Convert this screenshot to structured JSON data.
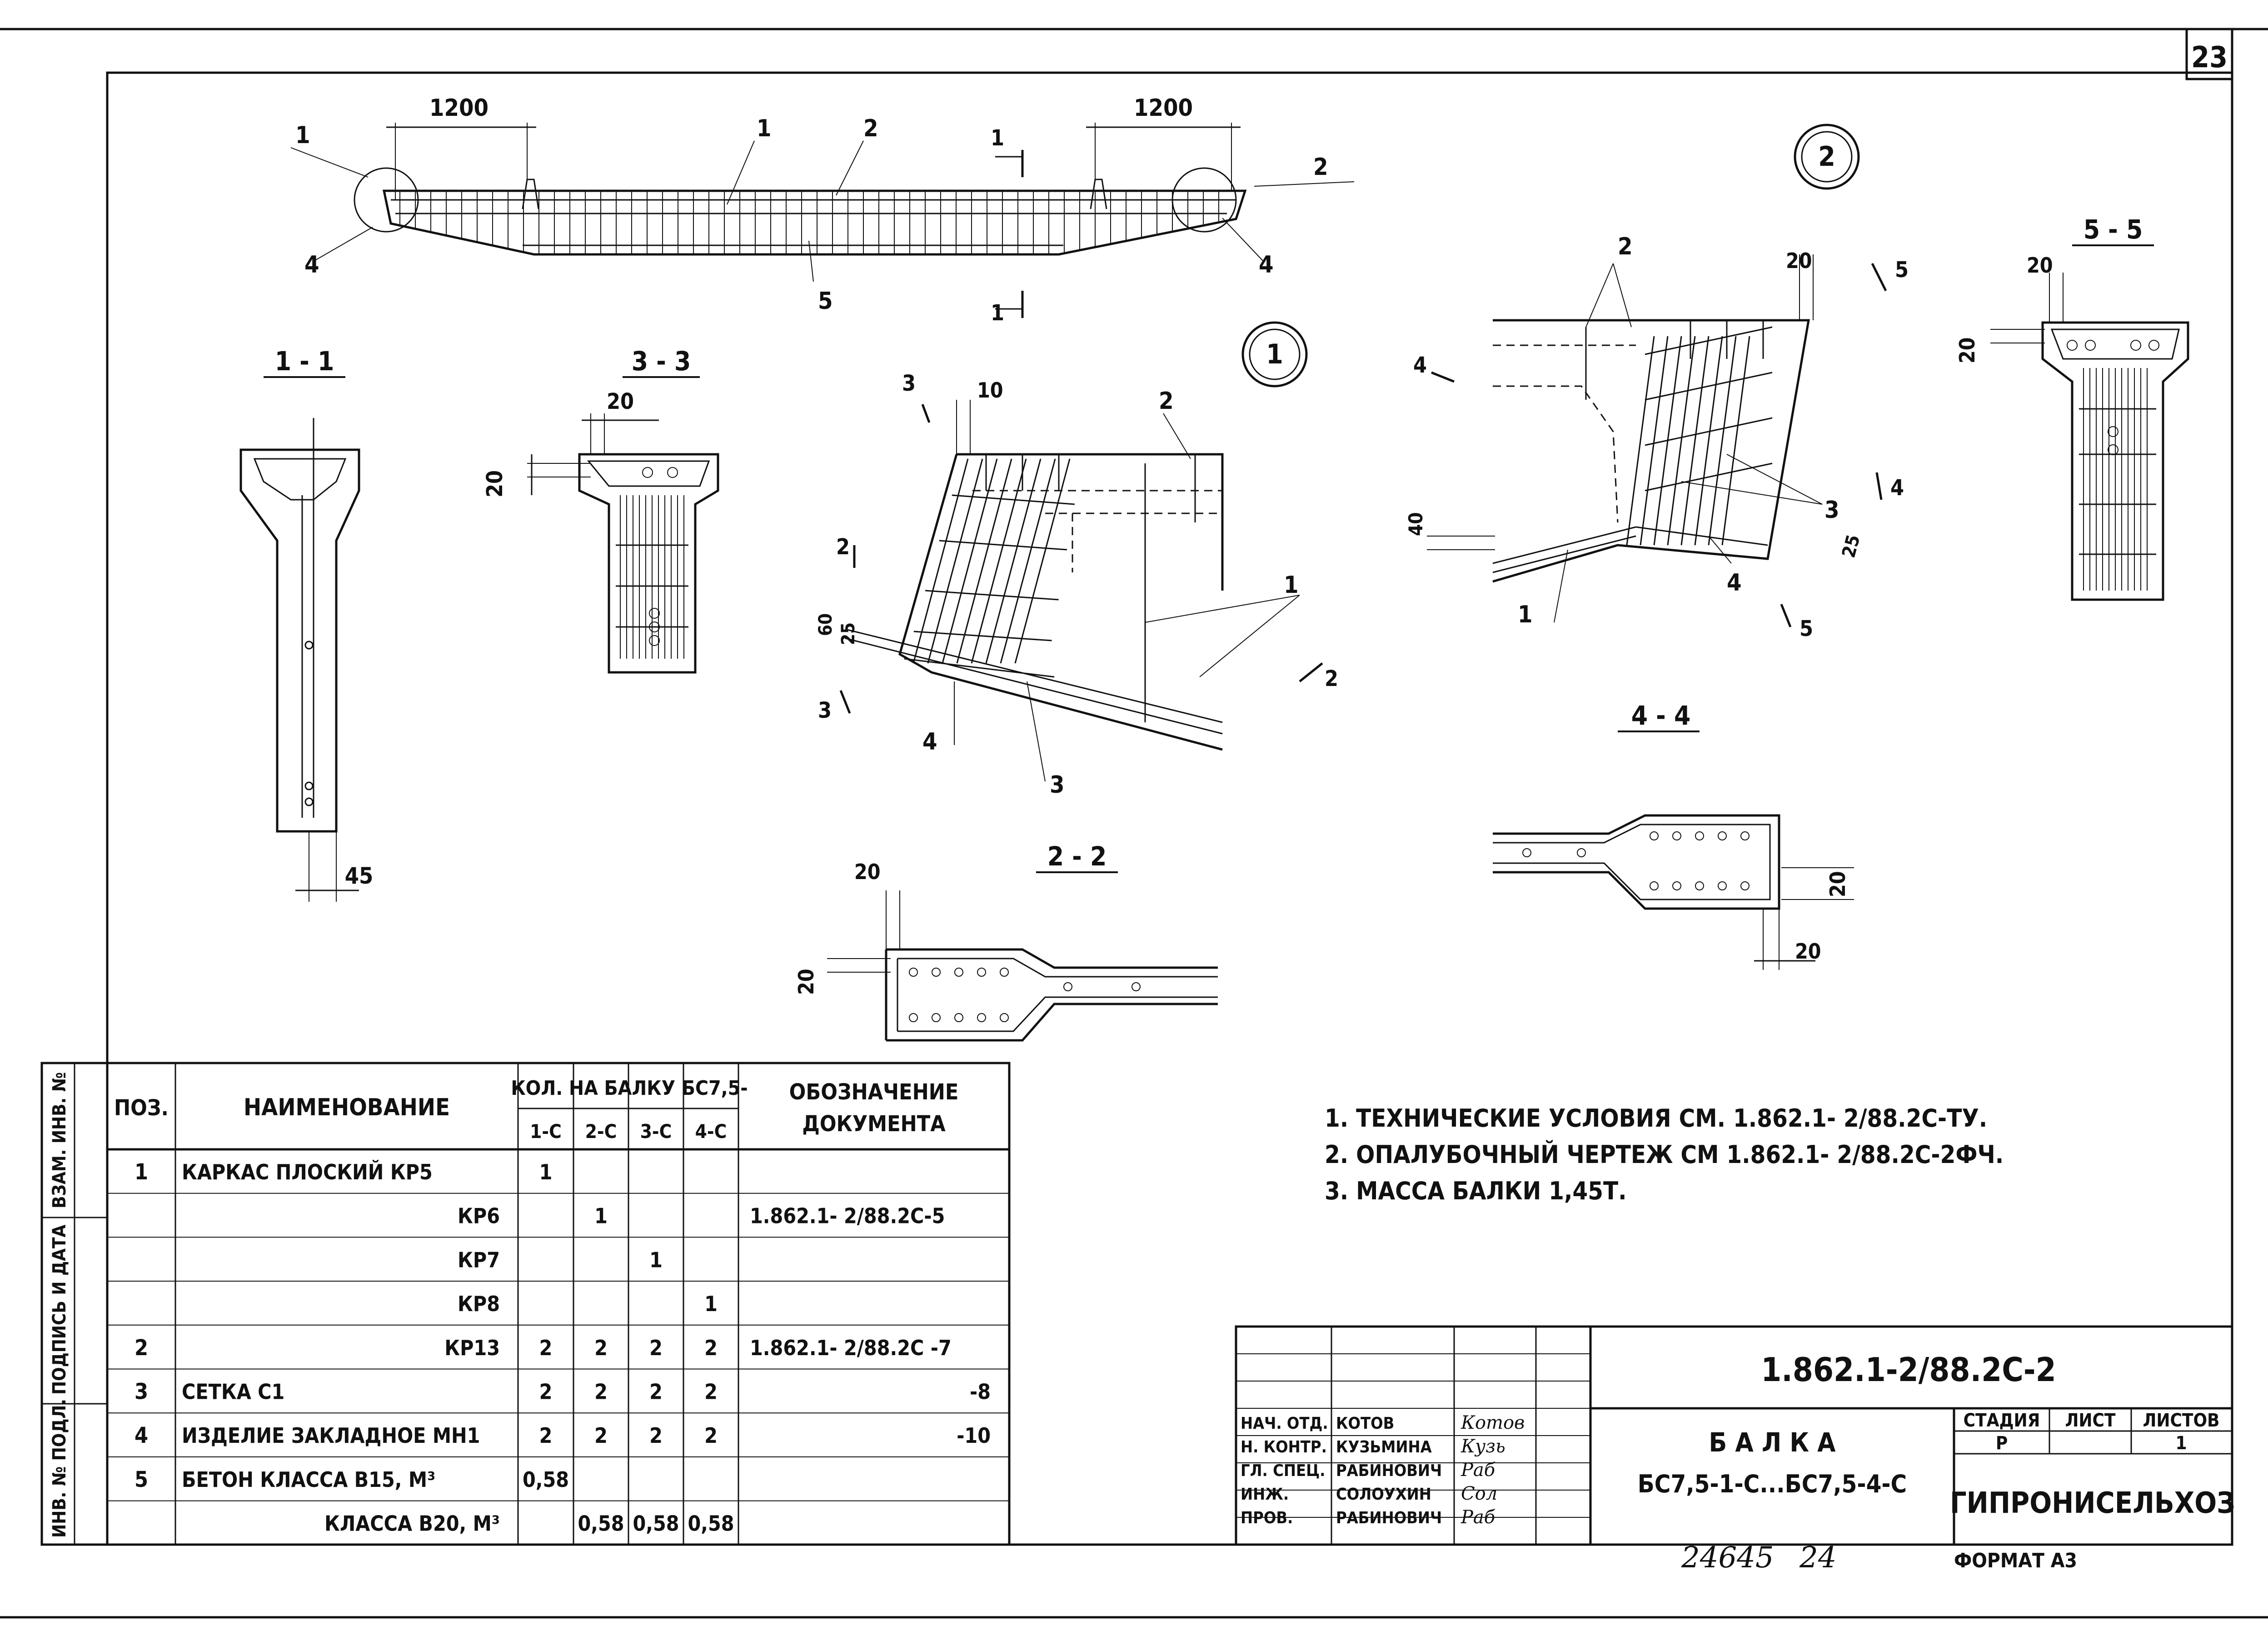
{
  "sheet": {
    "page_number": "23",
    "inventory_number": "24645",
    "copy_number": "24",
    "format": "ФОРМАТ А3"
  },
  "drawing": {
    "elevation": {
      "dim_left": "1200",
      "dim_right": "1200",
      "callouts": [
        "1",
        "1",
        "2",
        "2",
        "4",
        "4",
        "5",
        "1",
        "1"
      ]
    },
    "detail_marks": {
      "detail1": "1",
      "detail2": "2"
    },
    "sections": {
      "s11": "1 - 1",
      "s33": "3 - 3",
      "s22": "2 - 2",
      "s44": "4 - 4",
      "s55": "5 - 5"
    },
    "dims": {
      "s11_bottom": "45",
      "s33_top": "20",
      "s33_side": "20",
      "d1_top": "10",
      "d1_60": "60",
      "d1_25": "25",
      "d2_top": "20",
      "d2_40": "40",
      "d2_25": "25",
      "s55_top": "20",
      "s55_side": "20",
      "s22_top": "20",
      "s22_side": "20",
      "s44_side": "20",
      "s44_bottom": "20"
    },
    "detail1_callouts": [
      "3",
      "2",
      "2",
      "1",
      "3",
      "4",
      "3",
      "2"
    ],
    "detail2_callouts": [
      "2",
      "5",
      "4",
      "3",
      "4",
      "1",
      "4",
      "5"
    ]
  },
  "notes": [
    "1. ТЕХНИЧЕСКИЕ УСЛОВИЯ  СМ. 1.862.1- 2/88.2С-ТУ.",
    "2. ОПАЛУБОЧНЫЙ ЧЕРТЕЖ  СМ 1.862.1- 2/88.2С-2ФЧ.",
    "3. МАССА  БАЛКИ   1,45Т."
  ],
  "spec_table": {
    "headers": {
      "pos": "ПОЗ.",
      "name": "НАИМЕНОВАНИЕ",
      "qty": "КОЛ. НА БАЛКУ БС7,5-",
      "qty_cols": [
        "1-С",
        "2-С",
        "3-С",
        "4-С"
      ],
      "doc": "ОБОЗНАЧЕНИЕ ДОКУМЕНТА"
    },
    "rows": [
      {
        "pos": "1",
        "name": "КАРКАС ПЛОСКИЙ КР5",
        "q": [
          "1",
          "",
          "",
          ""
        ],
        "doc": ""
      },
      {
        "pos": "",
        "name": "КР6",
        "q": [
          "",
          "1",
          "",
          ""
        ],
        "doc": "1.862.1- 2/88.2С-5"
      },
      {
        "pos": "",
        "name": "КР7",
        "q": [
          "",
          "",
          "1",
          ""
        ],
        "doc": ""
      },
      {
        "pos": "",
        "name": "КР8",
        "q": [
          "",
          "",
          "",
          "1"
        ],
        "doc": ""
      },
      {
        "pos": "2",
        "name": "КР13",
        "q": [
          "2",
          "2",
          "2",
          "2"
        ],
        "doc": "1.862.1- 2/88.2С -7"
      },
      {
        "pos": "3",
        "name": "СЕТКА С1",
        "q": [
          "2",
          "2",
          "2",
          "2"
        ],
        "doc": "-8"
      },
      {
        "pos": "4",
        "name": "ИЗДЕЛИЕ ЗАКЛАДНОЕ МН1",
        "q": [
          "2",
          "2",
          "2",
          "2"
        ],
        "doc": "-10"
      },
      {
        "pos": "5",
        "name": "БЕТОН КЛАССА В15, М³",
        "q": [
          "0,58",
          "",
          "",
          ""
        ],
        "doc": ""
      },
      {
        "pos": "",
        "name": "КЛАССА В20, М³",
        "q": [
          "",
          "0,58",
          "0,58",
          "0,58"
        ],
        "doc": ""
      }
    ]
  },
  "side_stamp": {
    "labels": [
      "ИНВ. № ПОДЛ.",
      "ПОДПИСЬ И ДАТА",
      "ВЗАМ. ИНВ. №"
    ]
  },
  "title_block": {
    "designation": "1.862.1-2/88.2С-2",
    "title_line1": "Б А Л К А",
    "title_line2": "БС7,5-1-С...БС7,5-4-С",
    "stage_header": "СТАДИЯ",
    "sheet_header": "ЛИСТ",
    "sheets_header": "ЛИСТОВ",
    "stage": "Р",
    "sheet": "",
    "sheets": "1",
    "organization": "ГИПРОНИСЕЛЬХОЗ",
    "people": [
      {
        "role": "НАЧ. ОТД.",
        "name": "КОТОВ",
        "sign": "Котов"
      },
      {
        "role": "Н. КОНТР.",
        "name": "КУЗЬМИНА",
        "sign": "Кузь"
      },
      {
        "role": "ГЛ. СПЕЦ.",
        "name": "РАБИНОВИЧ",
        "sign": "Раб"
      },
      {
        "role": "ИНЖ.",
        "name": "СОЛОУХИН",
        "sign": "Сол"
      },
      {
        "role": "ПРОВ.",
        "name": "РАБИНОВИЧ",
        "sign": "Раб"
      }
    ]
  }
}
